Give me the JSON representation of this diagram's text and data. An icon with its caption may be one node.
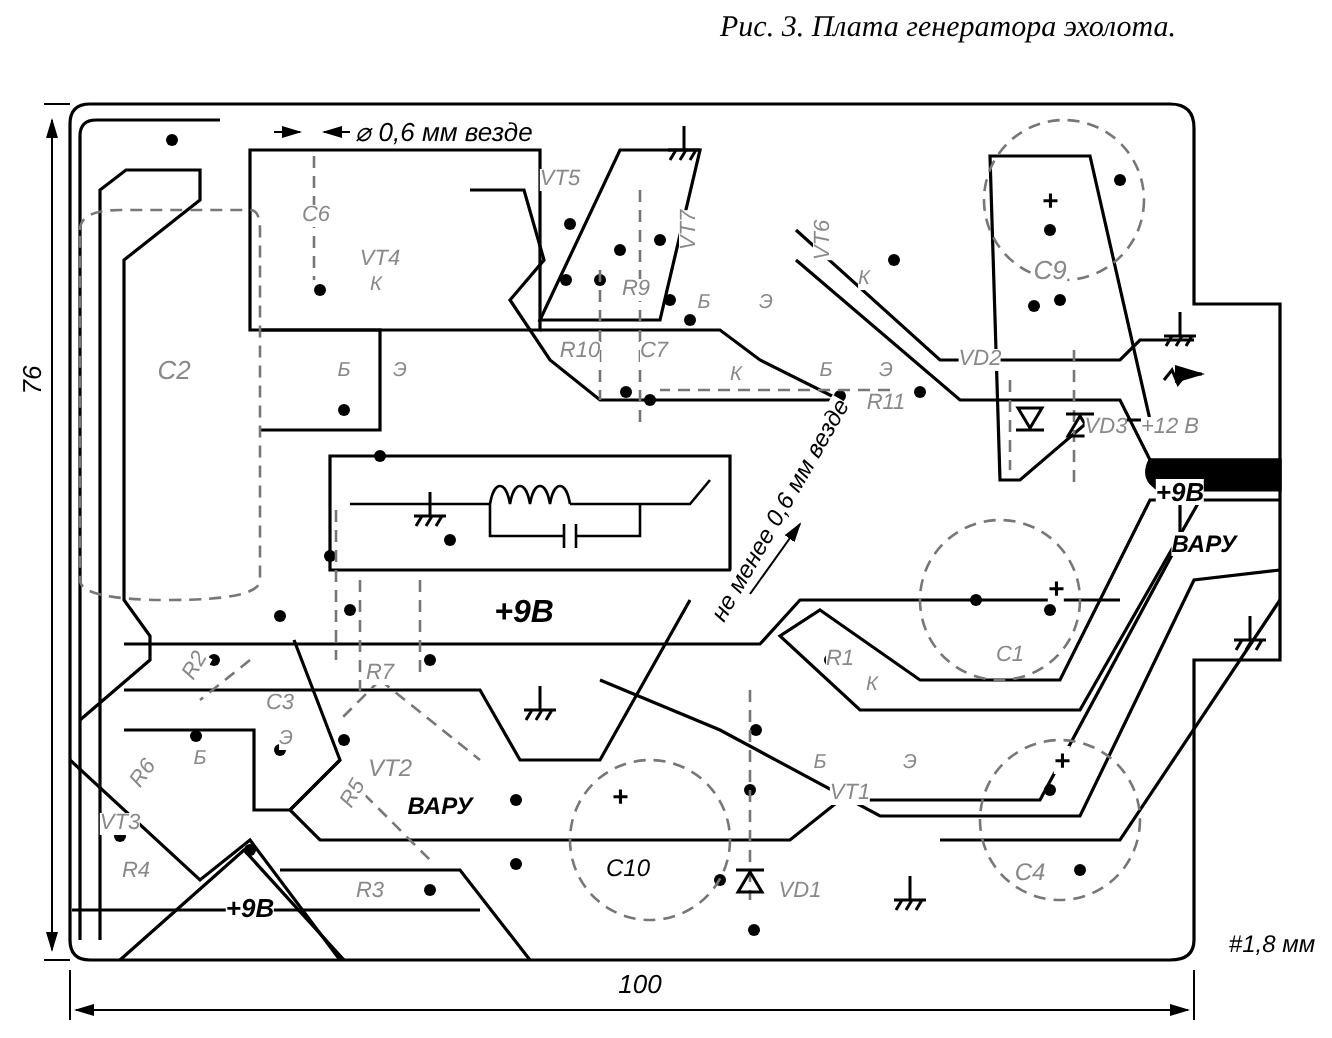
{
  "diagram": {
    "title": "Рис. 3. Плата генератора эхолота.",
    "labels": [
      "⌀ 0,6 мм везде",
      "76",
      "C6",
      "VT5",
      "VT4",
      "К",
      "Б",
      "Э",
      "R9",
      "VT7",
      "Б",
      "Э",
      "К",
      "VT6",
      "К",
      "Б",
      "Э",
      "C2",
      "R10",
      "C7",
      "R11",
      "VD2",
      "VD3",
      "+12 В",
      "+9В",
      "ВАРУ",
      "не менее 0,6 мм везде",
      "+9В",
      "C1",
      "+",
      "R1",
      "К",
      "Б",
      "Э",
      "R2",
      "C3",
      "R7",
      "VT2",
      "R6",
      "Б",
      "Э",
      "VT3",
      "R5",
      "ВАРУ",
      "R4",
      "+9В",
      "R3",
      "+",
      "C10",
      "VD1",
      "VT1",
      "+",
      "C4",
      "100",
      "#1,8 мм",
      "C9",
      "+"
    ]
  }
}
